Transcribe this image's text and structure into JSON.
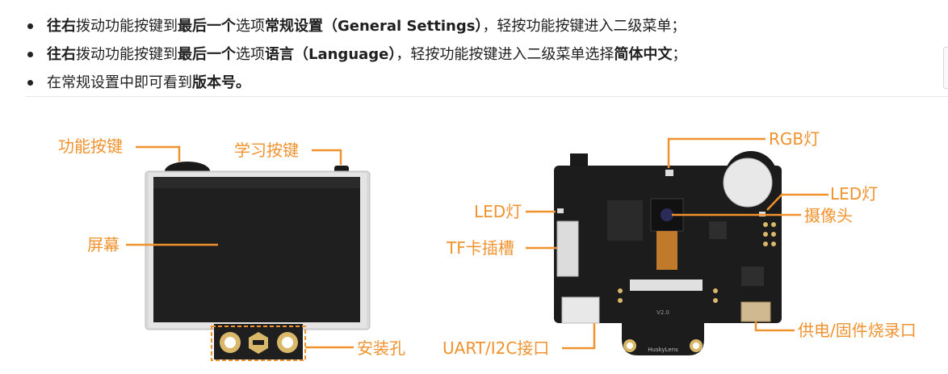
{
  "bullets": [
    {
      "p1b": "往右",
      "p2": "拨动功能按键到",
      "p3b": "最后一个",
      "p4": "选项",
      "p5b": "常规设置（General Settings）",
      "p6": "，轻按功能按键进入二级菜单；"
    },
    {
      "p1b": "往右",
      "p2": "拨动功能按键到",
      "p3b": "最后一个",
      "p4": "选项",
      "p5b": "语言（Language）",
      "p6": "，轻按功能按键进入二级菜单选择",
      "p7b": "简体中文",
      "p8": "；"
    },
    {
      "p1": "在常规设置中即可看到",
      "p2b": "版本号。"
    }
  ],
  "diagram": {
    "left_labels": {
      "func_key": "功能按键",
      "learn_key": "学习按键",
      "screen": "屏幕",
      "mount_hole": "安装孔"
    },
    "right_labels": {
      "rgb": "RGB灯",
      "led_right": "LED灯",
      "led_left": "LED灯",
      "camera": "摄像头",
      "tf": "TF卡插槽",
      "uart": "UART/I2C接口",
      "power": "供电/固件烧录口"
    },
    "board_text": {
      "version": "V2.0",
      "brand": "HuskyLens"
    },
    "accent_color": "#f0922e"
  }
}
